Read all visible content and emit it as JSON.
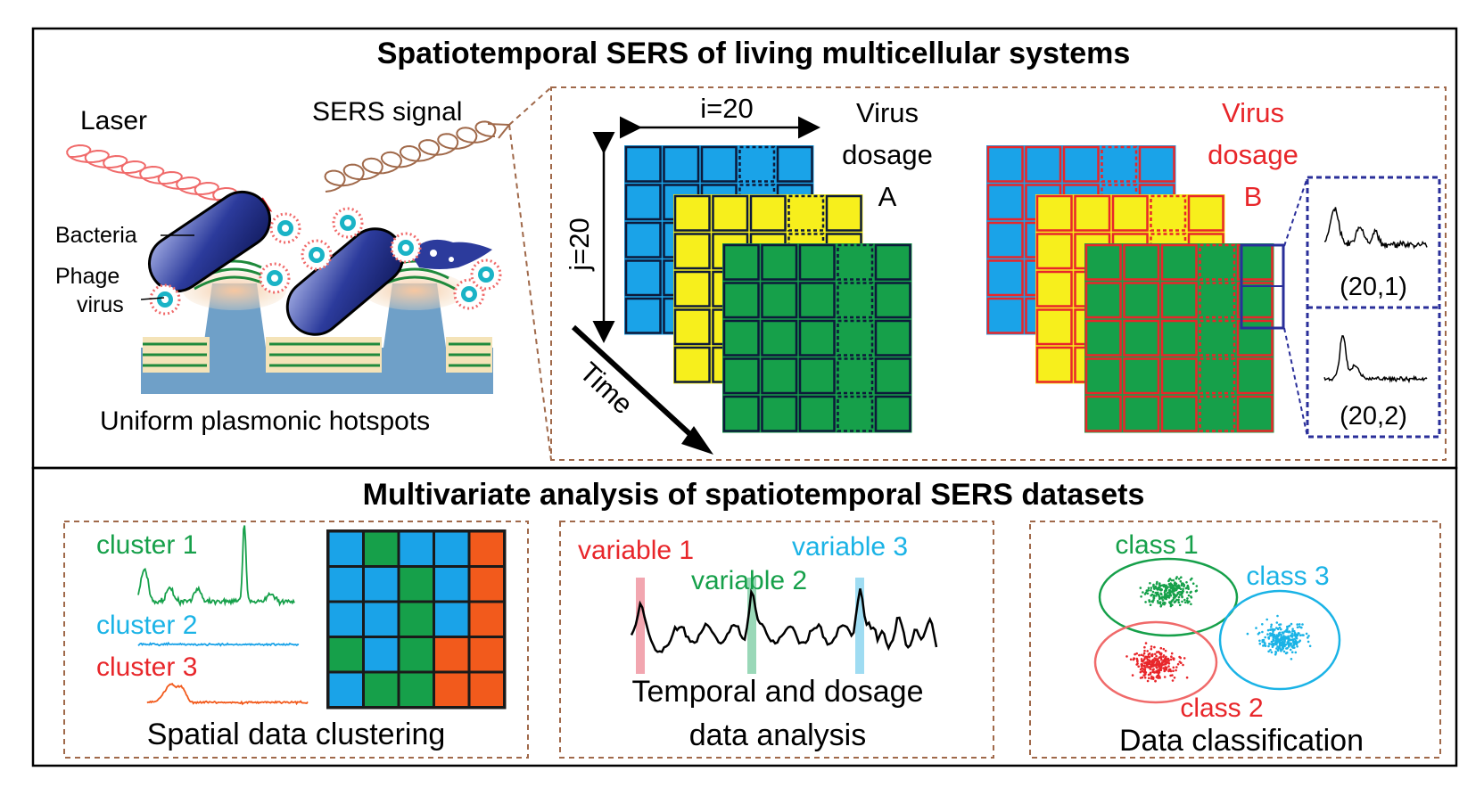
{
  "top": {
    "title": "Spatiotemporal SERS of living multicellular systems",
    "laser": "Laser",
    "sers_signal": "SERS signal",
    "bacteria": "Bacteria",
    "phage_line1": "Phage",
    "phage_line2": "virus",
    "hotspots": "Uniform plasmonic hotspots",
    "grid_i": "i=20",
    "grid_j": "j=20",
    "time": "Time",
    "dosage_a_line1": "Virus",
    "dosage_a_line2": "dosage",
    "dosage_a_line3": "A",
    "dosage_b_line1": "Virus",
    "dosage_b_line2": "dosage",
    "dosage_b_line3": "B",
    "pixel_1": "(20,1)",
    "pixel_2": "(20,2)"
  },
  "bottom": {
    "title": "Multivariate analysis of spatiotemporal SERS datasets",
    "clustering": {
      "cluster1": "cluster 1",
      "cluster2": "cluster 2",
      "cluster3": "cluster 3",
      "caption": "Spatial data clustering",
      "grid": [
        [
          "blue",
          "green",
          "blue",
          "blue",
          "orange"
        ],
        [
          "blue",
          "blue",
          "green",
          "blue",
          "orange"
        ],
        [
          "blue",
          "blue",
          "green",
          "blue",
          "orange"
        ],
        [
          "green",
          "blue",
          "green",
          "orange",
          "orange"
        ],
        [
          "blue",
          "green",
          "green",
          "orange",
          "orange"
        ]
      ]
    },
    "temporal": {
      "variable1": "variable 1",
      "variable2": "variable 2",
      "variable3": "variable 3",
      "caption_line1": "Temporal and dosage",
      "caption_line2": "data analysis"
    },
    "classification": {
      "class1": "class 1",
      "class2": "class 2",
      "class3": "class 3",
      "caption": "Data classification"
    }
  },
  "colors": {
    "blue": "#1aa3e8",
    "yellow": "#f7ef1c",
    "green": "#16a04a",
    "orange": "#f25a1c",
    "red": "#e8262a",
    "cyan": "#1ab3e6",
    "dashed_brown": "#a0694a",
    "navy": "#2a2f9a"
  }
}
